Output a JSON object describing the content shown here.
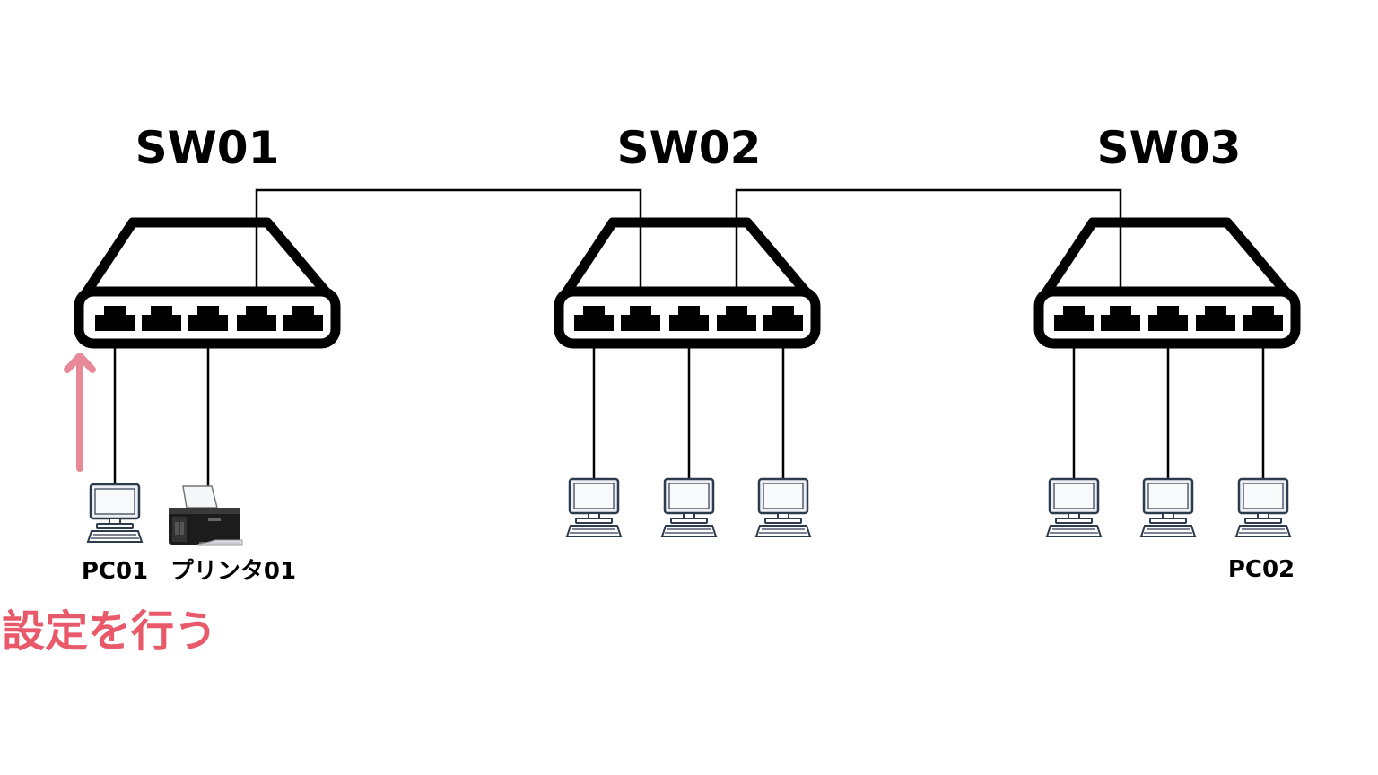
{
  "switches": [
    {
      "id": "sw01",
      "title": "SW01"
    },
    {
      "id": "sw02",
      "title": "SW02"
    },
    {
      "id": "sw03",
      "title": "SW03"
    }
  ],
  "devices": {
    "pc01_label": "PC01",
    "printer01_label": "プリンタ01",
    "pc02_label": "PC02"
  },
  "annotation": {
    "text": "設定を行う",
    "color": "#e8596a",
    "arrow_color": "#e8899a"
  },
  "colors": {
    "line": "#000000",
    "monitor_screen": "#eef1f4",
    "monitor_outline": "#2d3b4f"
  },
  "icons": [
    "switch-icon",
    "rj45-port-icon",
    "pc-monitor-icon",
    "keyboard-icon",
    "printer-icon",
    "arrow-up-icon"
  ]
}
